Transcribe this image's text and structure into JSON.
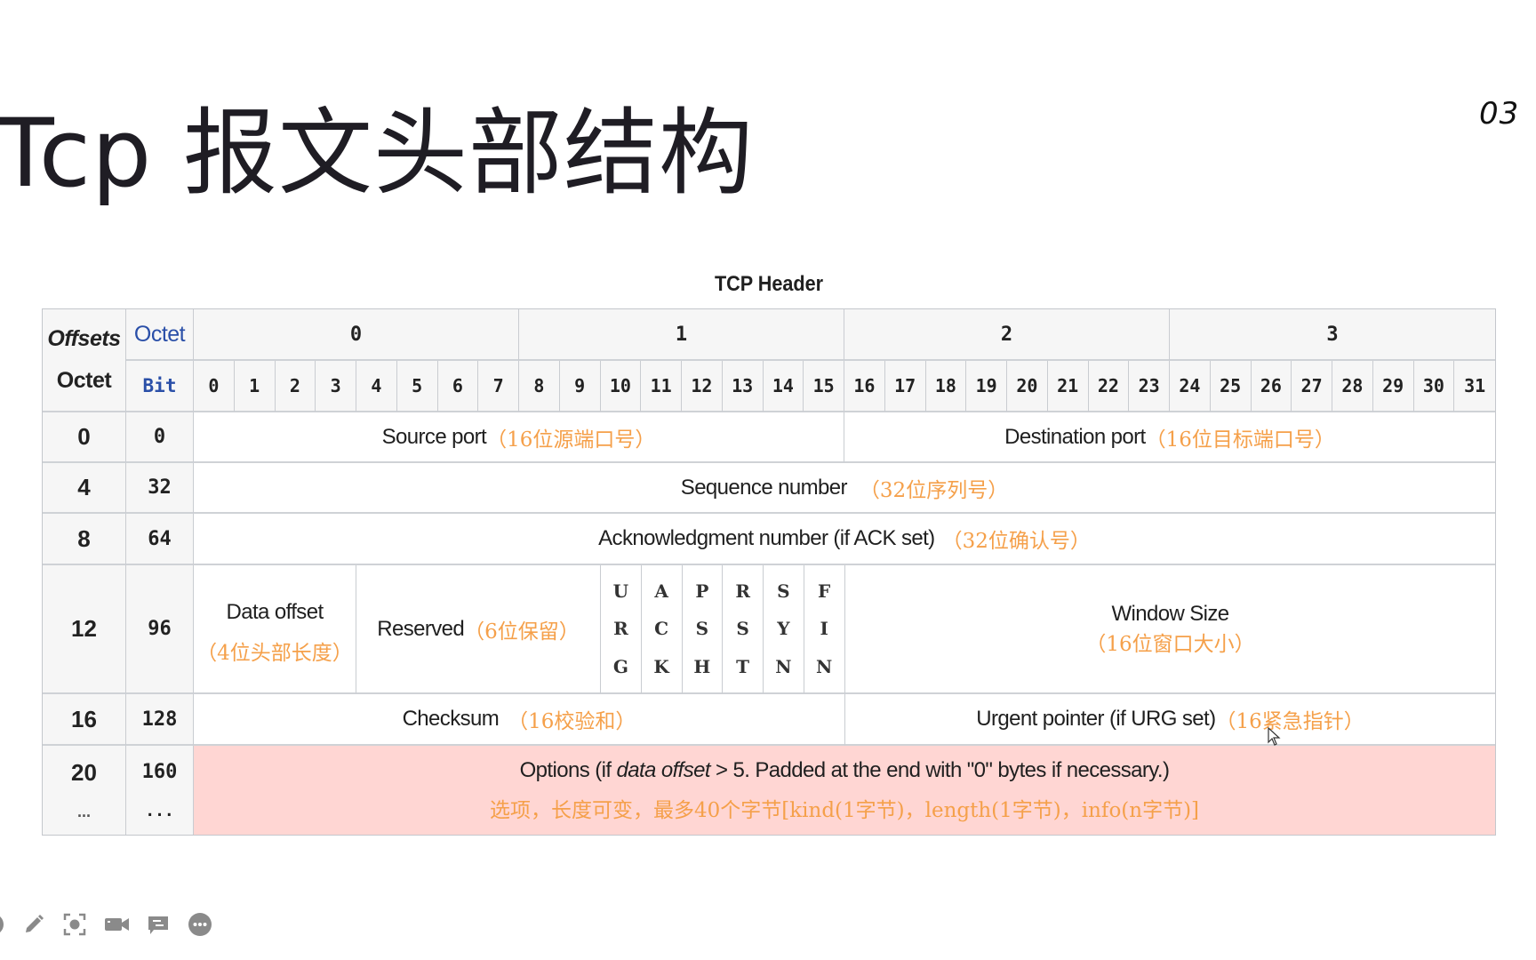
{
  "slide": {
    "title": "Tcp 报文头部结构",
    "page_number": "03"
  },
  "table": {
    "caption": "TCP Header",
    "header": {
      "offsets_label": "Offsets",
      "octet_label_top": "Octet",
      "octet_label_left": "Octet",
      "bit_label": "Bit",
      "octets": [
        "0",
        "1",
        "2",
        "3"
      ],
      "bits": [
        "0",
        "1",
        "2",
        "3",
        "4",
        "5",
        "6",
        "7",
        "8",
        "9",
        "10",
        "11",
        "12",
        "13",
        "14",
        "15",
        "16",
        "17",
        "18",
        "19",
        "20",
        "21",
        "22",
        "23",
        "24",
        "25",
        "26",
        "27",
        "28",
        "29",
        "30",
        "31"
      ]
    },
    "rows": [
      {
        "octet": "0",
        "bit": "0",
        "fields": [
          {
            "name": "Source port",
            "note": "（16位源端口号）"
          },
          {
            "name": "Destination port",
            "note": "（16位目标端口号）"
          }
        ]
      },
      {
        "octet": "4",
        "bit": "32",
        "fields": [
          {
            "name": "Sequence number",
            "note": "（32位序列号）"
          }
        ]
      },
      {
        "octet": "8",
        "bit": "64",
        "fields": [
          {
            "name": "Acknowledgment number (if ACK set)",
            "note": "（32位确认号）"
          }
        ]
      },
      {
        "octet": "12",
        "bit": "96",
        "fields": [
          {
            "name": "Data offset",
            "note": "（4位头部长度）"
          },
          {
            "name": "Reserved",
            "note": "（6位保留）"
          },
          {
            "name": "Window Size",
            "note": "（16位窗口大小）"
          }
        ],
        "flags": [
          [
            "U",
            "R",
            "G"
          ],
          [
            "A",
            "C",
            "K"
          ],
          [
            "P",
            "S",
            "H"
          ],
          [
            "R",
            "S",
            "T"
          ],
          [
            "S",
            "Y",
            "N"
          ],
          [
            "F",
            "I",
            "N"
          ]
        ]
      },
      {
        "octet": "16",
        "bit": "128",
        "fields": [
          {
            "name": "Checksum",
            "note": "（16校验和）"
          },
          {
            "name": "Urgent pointer (if URG set)",
            "note": "（16紧急指针）"
          }
        ]
      },
      {
        "octet": "20",
        "bit": "160",
        "octet_more": "...",
        "bit_more": "...",
        "fields": [
          {
            "name": "Options (if data offset > 5. Padded at the end with \"0\" bytes if necessary.)",
            "note": "选项，长度可变，最多40个字节[kind(1字节)，length(1字节)，info(n字节)]"
          }
        ]
      }
    ]
  },
  "toolbar": {
    "icons": [
      "circle-icon",
      "pencil-icon",
      "focus-icon",
      "video-camera-icon",
      "chat-icon",
      "more-icon"
    ]
  },
  "colors": {
    "options_bg": "#ffd6d3",
    "annotation": "#f5a04a",
    "link_blue": "#2a4fa8",
    "header_bg": "#f6f6f6"
  }
}
